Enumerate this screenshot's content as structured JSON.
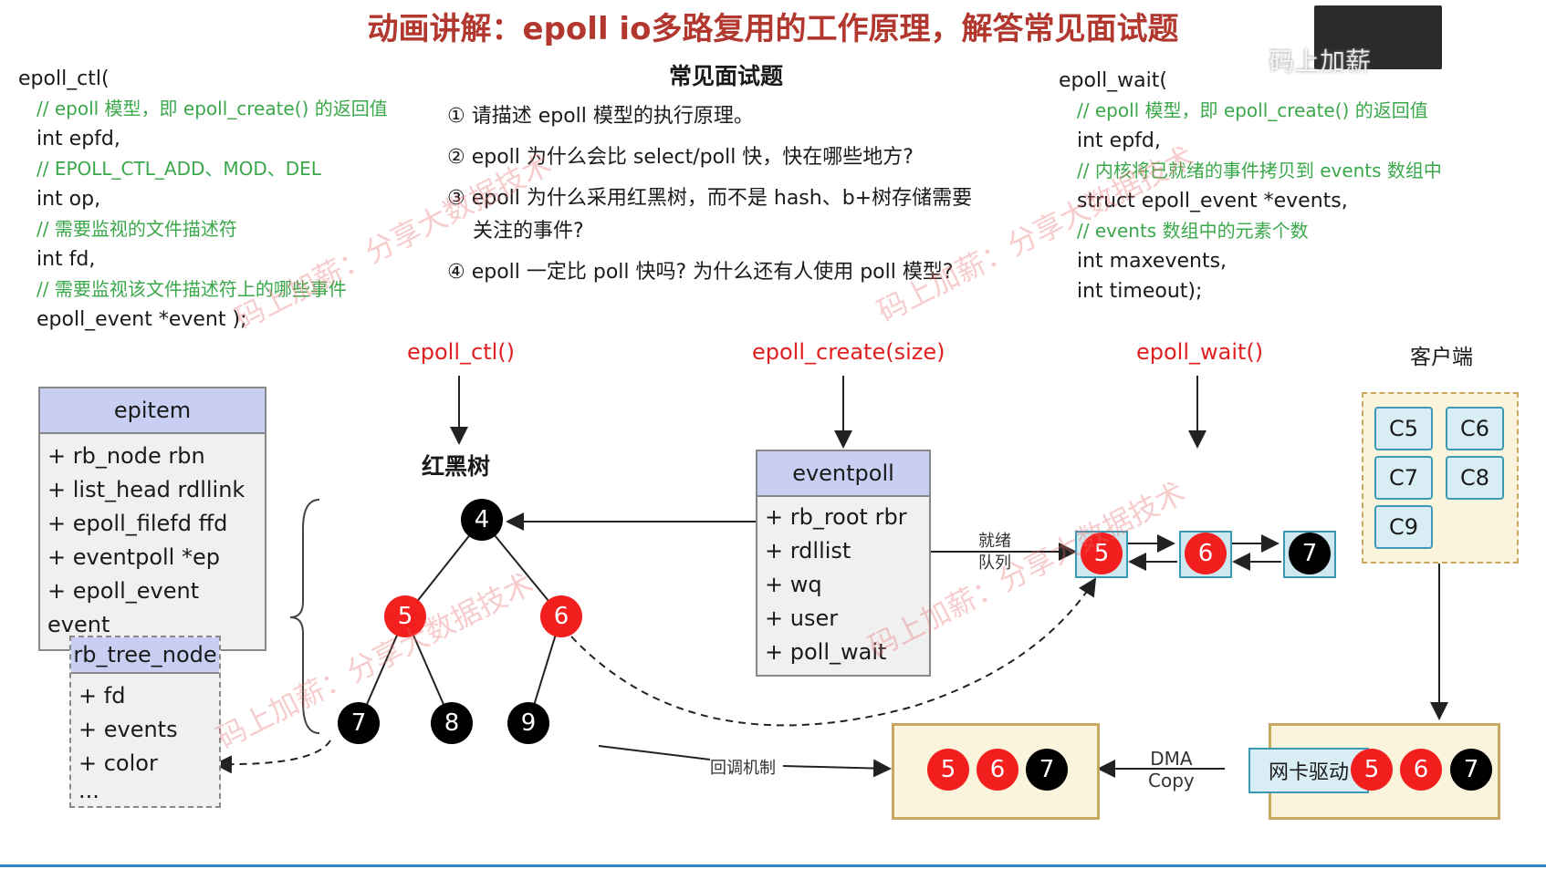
{
  "title": "动画讲解：epoll io多路复用的工作原理，解答常见面试题",
  "ctl": {
    "head": "epoll_ctl(",
    "lines": [
      {
        "c": "// epoll 模型，即 epoll_create() 的返回值",
        "v": "int epfd,"
      },
      {
        "c": "// EPOLL_CTL_ADD、MOD、DEL",
        "v": "int op,"
      },
      {
        "c": "// 需要监视的文件描述符",
        "v": "int fd,"
      },
      {
        "c": "// 需要监视该文件描述符上的哪些事件",
        "v": "epoll_event *event  );"
      }
    ]
  },
  "questions": {
    "title": "常见面试题",
    "items": [
      "① 请描述 epoll 模型的执行原理。",
      "② epoll 为什么会比 select/poll 快，快在哪些地方?",
      "③ epoll 为什么采用红黑树，而不是 hash、b+树存储需要",
      "    关注的事件?",
      "④ epoll 一定比 poll 快吗? 为什么还有人使用 poll 模型?"
    ]
  },
  "wait": {
    "head": "epoll_wait(",
    "lines": [
      {
        "c": "// epoll 模型，即 epoll_create() 的返回值",
        "v": "int epfd,"
      },
      {
        "c": "// 内核将已就绪的事件拷贝到 events 数组中",
        "v": "struct epoll_event *events,"
      },
      {
        "c": "// events 数组中的元素个数",
        "v": "int maxevents,"
      },
      {
        "c": "",
        "v": "int timeout);"
      }
    ]
  },
  "labels": {
    "ctl": "epoll_ctl()",
    "create": "epoll_create(size)",
    "waitfn": "epoll_wait()",
    "client": "客户端",
    "rbt": "红黑树",
    "ready1": "就绪",
    "ready2": "队列",
    "callback": "回调机制",
    "dma1": "DMA",
    "dma2": "Copy",
    "nic": "网卡驱动"
  },
  "epitem": {
    "title": "epitem",
    "fields": [
      "+ rb_node rbn",
      "+ list_head rdllink",
      "+ epoll_filefd ffd",
      "+ eventpoll *ep",
      "+ epoll_event event"
    ]
  },
  "rbnode": {
    "title": "rb_tree_node",
    "fields": [
      "+ fd",
      "+ events",
      "+ color",
      "..."
    ]
  },
  "eventpoll": {
    "title": "eventpoll",
    "fields": [
      "+ rb_root rbr",
      "+ rdllist",
      "+ wq",
      "+ user",
      "+ poll_wait"
    ]
  },
  "tree": [
    {
      "v": "4",
      "color": "black"
    },
    {
      "v": "5",
      "color": "red"
    },
    {
      "v": "6",
      "color": "red"
    },
    {
      "v": "7",
      "color": "black"
    },
    {
      "v": "8",
      "color": "black"
    },
    {
      "v": "9",
      "color": "black"
    }
  ],
  "ready": [
    {
      "v": "5",
      "color": "red"
    },
    {
      "v": "6",
      "color": "red"
    },
    {
      "v": "7",
      "color": "black"
    }
  ],
  "clients": [
    "C5",
    "C6",
    "C7",
    "C8",
    "C9"
  ],
  "brand": "码上加薪",
  "watermark": "码上加薪：分享大数据技术"
}
